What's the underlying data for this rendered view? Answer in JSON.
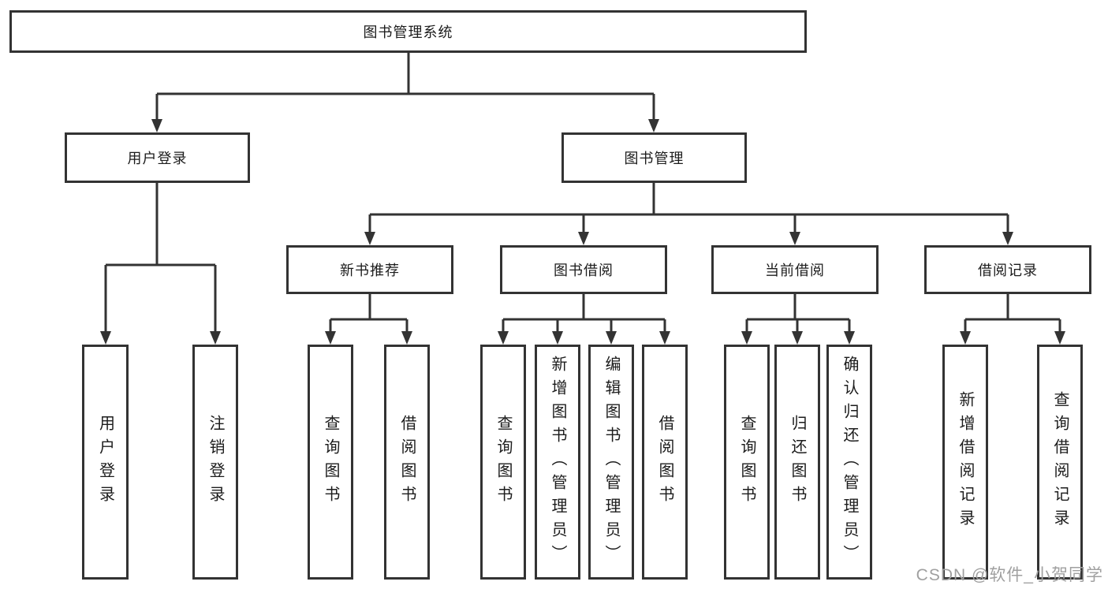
{
  "tree": {
    "label": "图书管理系统",
    "children": [
      {
        "label": "用户登录",
        "children": [
          {
            "label": "用户登录"
          },
          {
            "label": "注销登录"
          }
        ]
      },
      {
        "label": "图书管理",
        "children": [
          {
            "label": "新书推荐",
            "children": [
              {
                "label": "查询图书"
              },
              {
                "label": "借阅图书"
              }
            ]
          },
          {
            "label": "图书借阅",
            "children": [
              {
                "label": "查询图书"
              },
              {
                "label": "新增图书（管理员）"
              },
              {
                "label": "编辑图书（管理员）"
              },
              {
                "label": "借阅图书"
              }
            ]
          },
          {
            "label": "当前借阅",
            "children": [
              {
                "label": "查询图书"
              },
              {
                "label": "归还图书"
              },
              {
                "label": "确认归还（管理员）"
              }
            ]
          },
          {
            "label": "借阅记录",
            "children": [
              {
                "label": "新增借阅记录"
              },
              {
                "label": "查询借阅记录"
              }
            ]
          }
        ]
      }
    ]
  },
  "watermark": {
    "text": "CSDN @软件_小贺同学"
  },
  "colors": {
    "line": "#333333",
    "box_border": "#333333",
    "text": "#1c1c1c",
    "watermark": "#a0a0a0",
    "background": "#ffffff"
  }
}
